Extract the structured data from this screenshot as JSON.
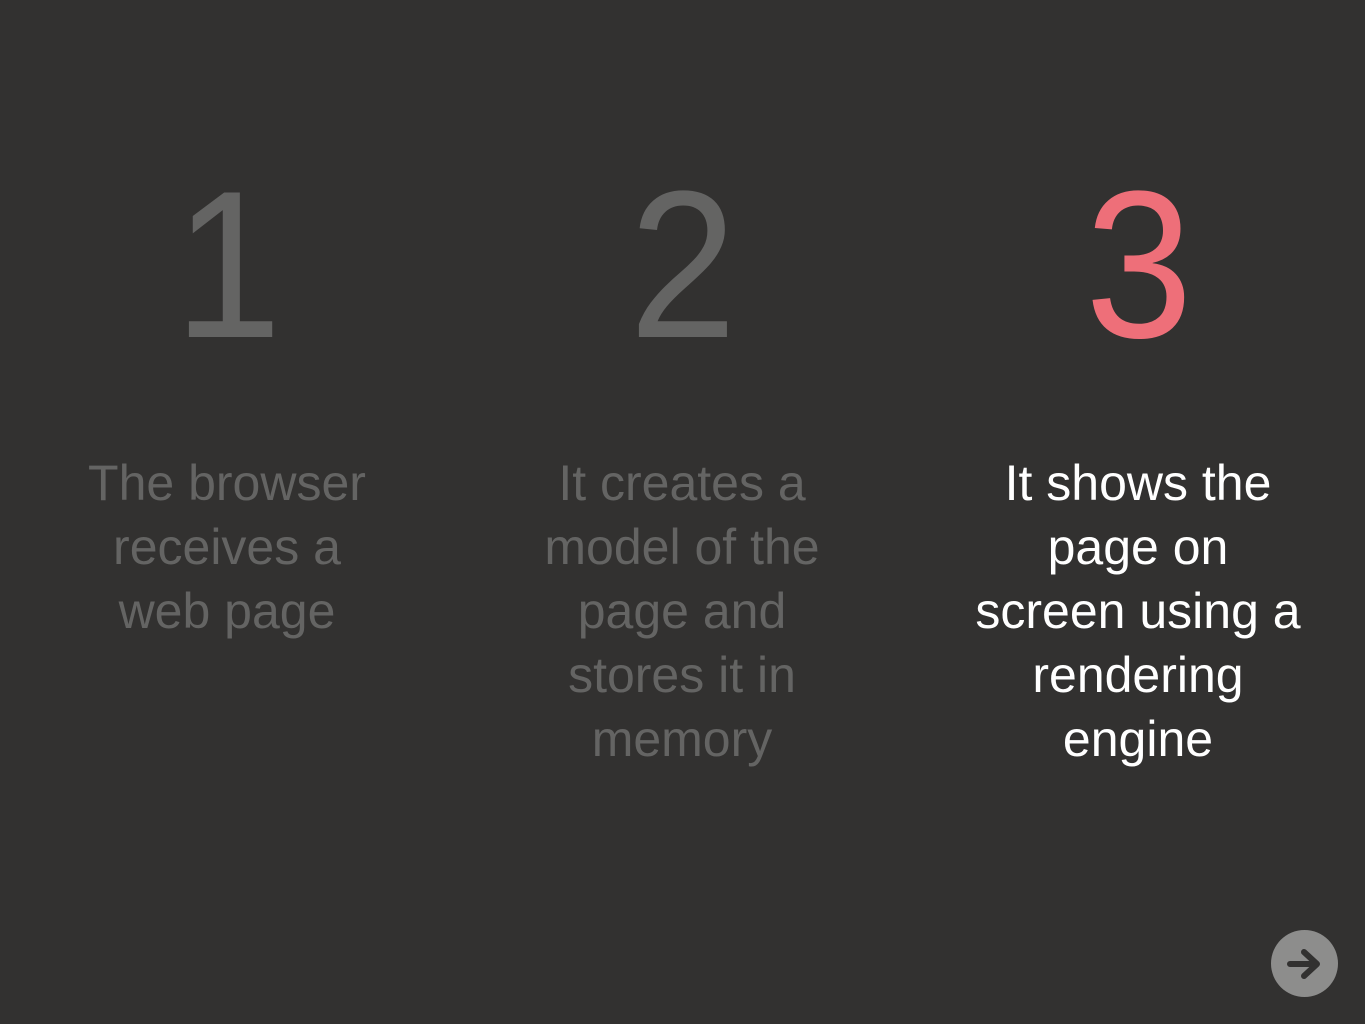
{
  "slide": {
    "steps": [
      {
        "number": "1",
        "text": "The browser receives a web page",
        "state": "dim"
      },
      {
        "number": "2",
        "text": "It creates a model of the page and stores it in memory",
        "state": "dim"
      },
      {
        "number": "3",
        "text": "It shows the page on screen using a rendering engine",
        "state": "active"
      }
    ],
    "navigation": {
      "next_icon": "arrow-right-icon"
    }
  },
  "colors": {
    "background": "#323130",
    "dim_text": "#646463",
    "accent": "#ee6f79",
    "active_text": "#ffffff",
    "button": "#8d8d8c",
    "button_icon": "#323130"
  }
}
